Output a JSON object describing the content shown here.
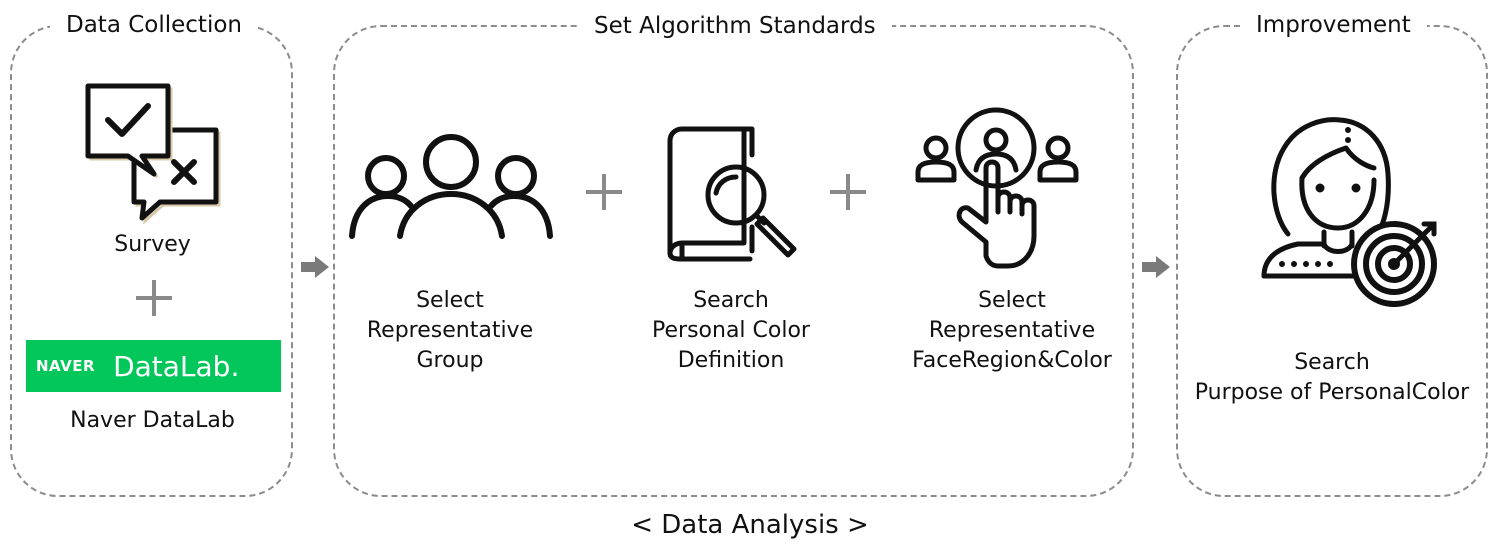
{
  "sections": {
    "collection": {
      "title": "Data Collection",
      "survey": "Survey",
      "naver_label": "Naver DataLab"
    },
    "standards": {
      "title": "Set Algorithm Standards",
      "step1": [
        "Select",
        "Representative",
        "Group"
      ],
      "step2": [
        "Search",
        "Personal Color",
        "Definition"
      ],
      "step3": [
        "Select",
        "Representative",
        "FaceRegion&Color"
      ]
    },
    "improvement": {
      "title": "Improvement",
      "lines": [
        "Search",
        "Purpose of PersonalColor"
      ]
    }
  },
  "logo": {
    "brand": "NAVER",
    "product": "DataLab.",
    "color": "#03c75a"
  },
  "footer": "< Data Analysis >",
  "icons": [
    "survey-check-icon",
    "people-group-icon",
    "book-search-icon",
    "select-person-hand-icon",
    "woman-target-icon"
  ],
  "colors": {
    "frame": "#8c8c8c",
    "plus": "#8a8a8a",
    "arrow": "#7a7a7a"
  }
}
